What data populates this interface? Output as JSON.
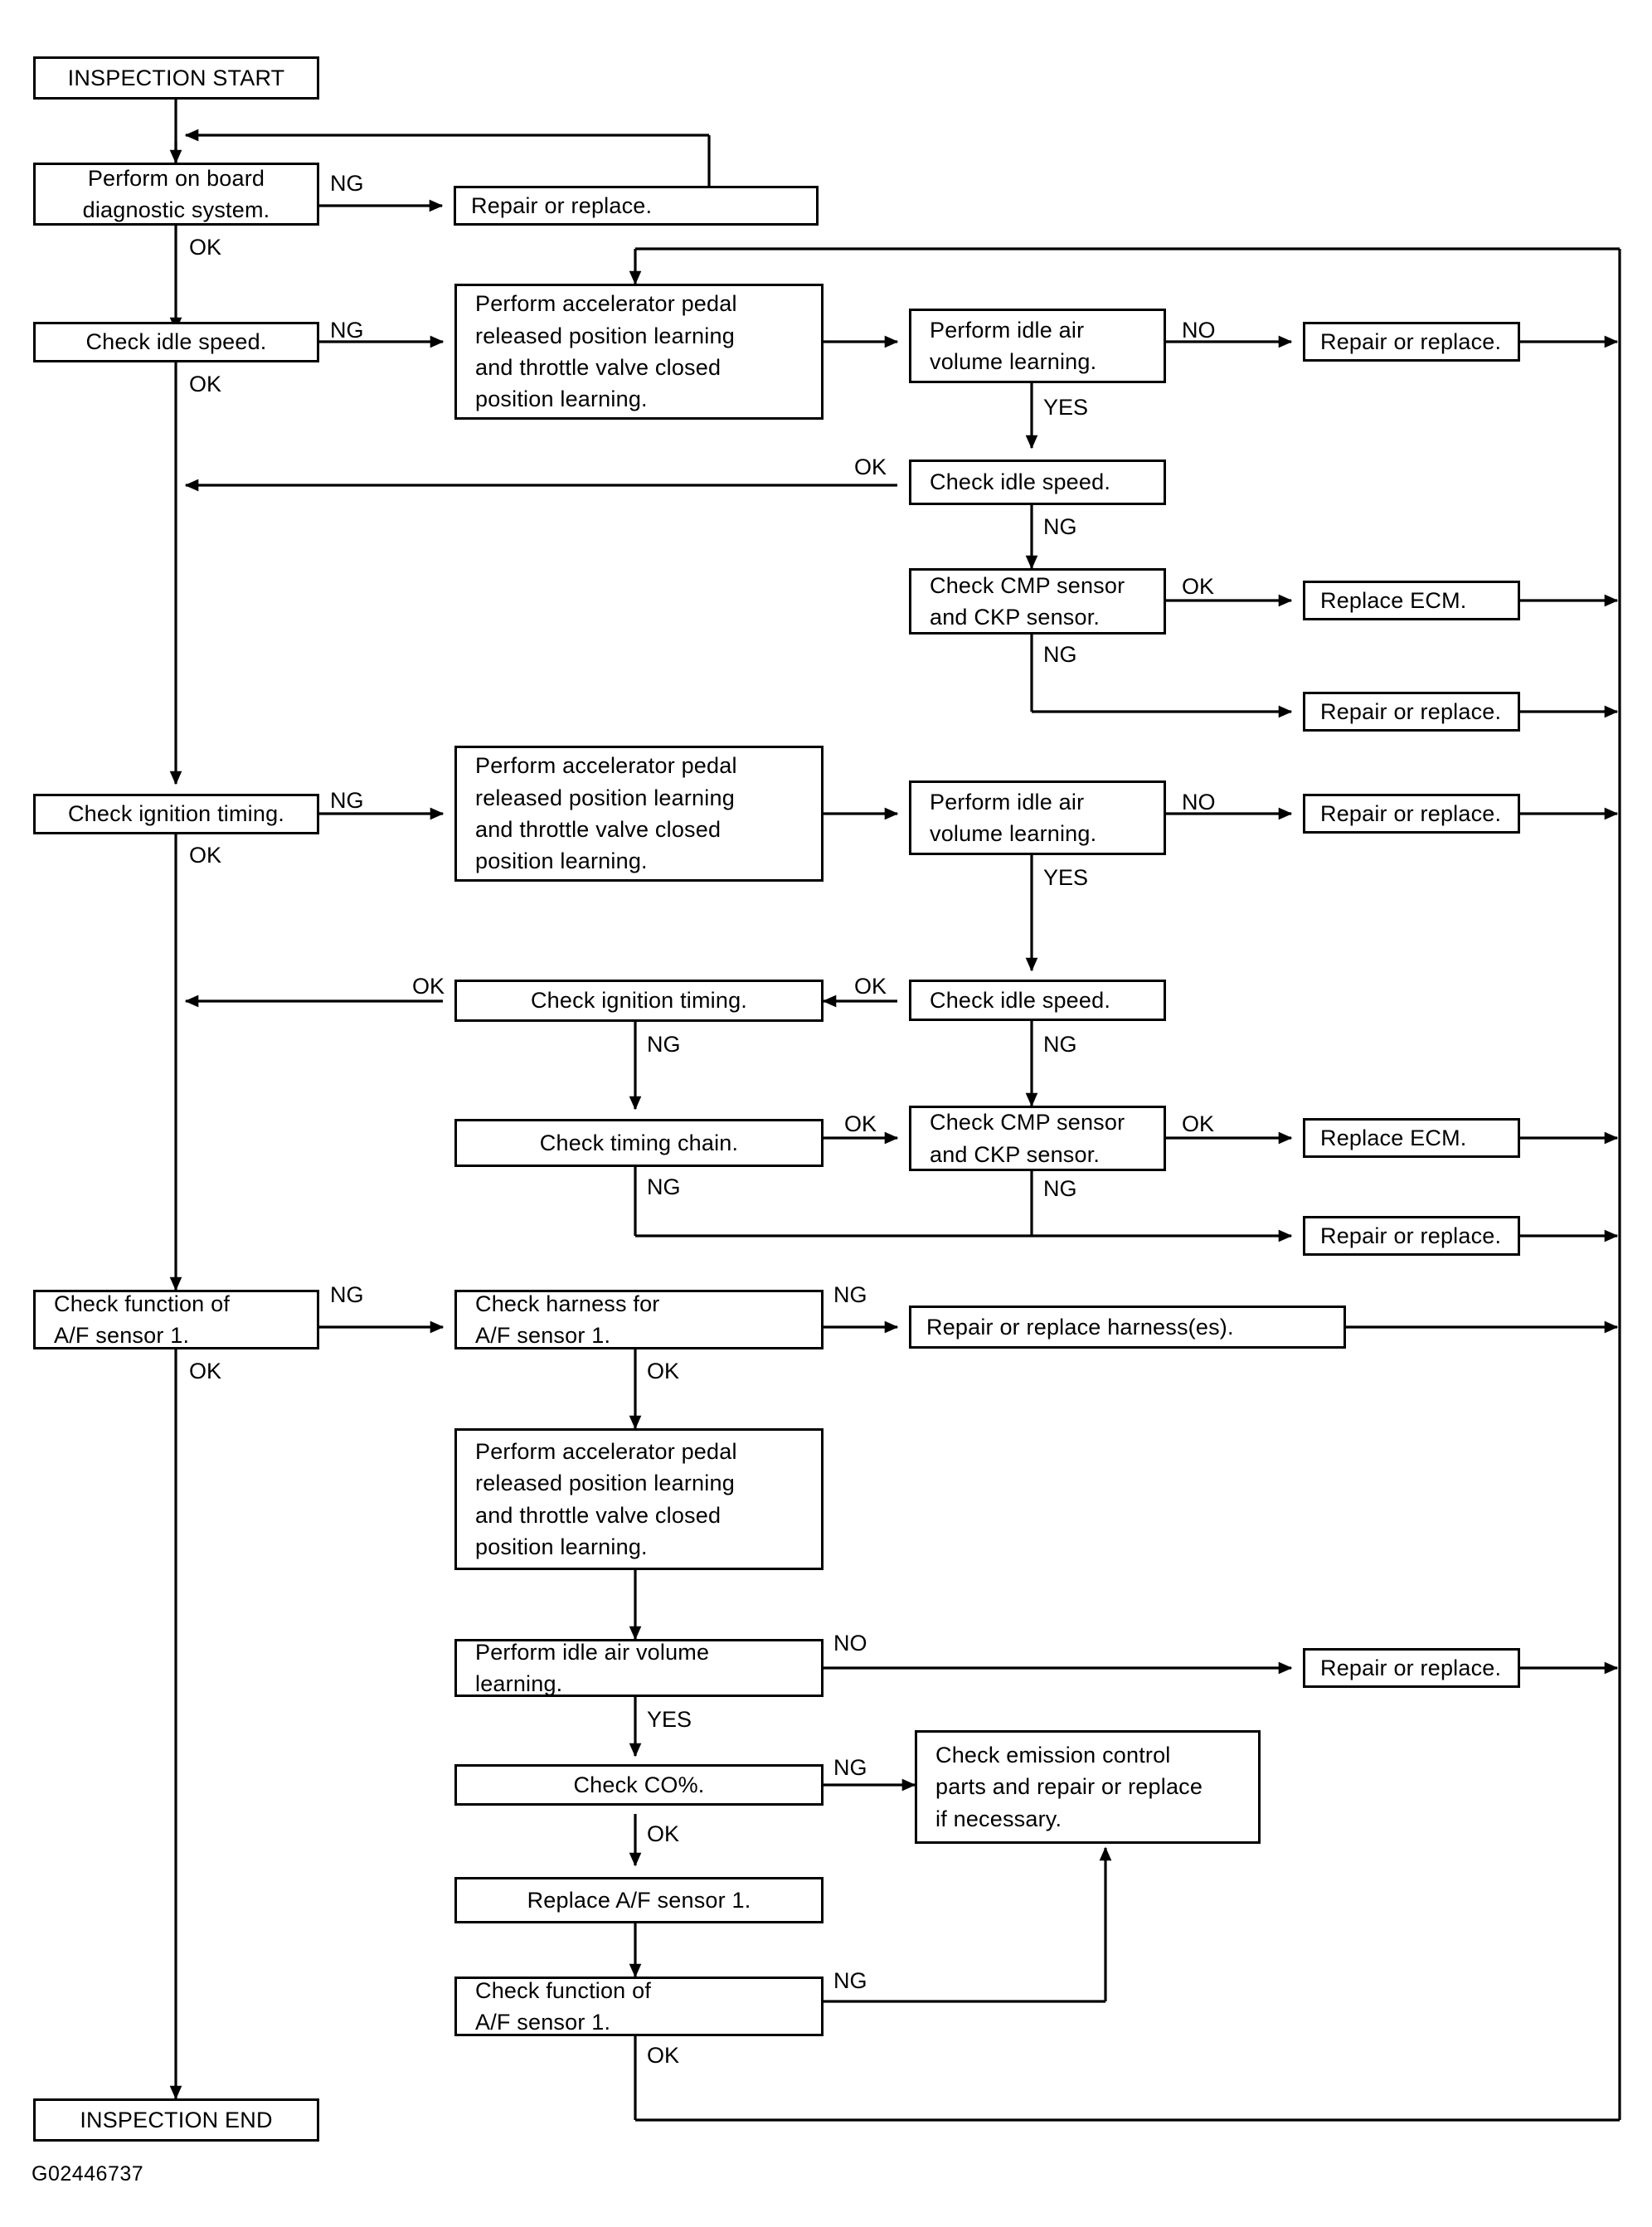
{
  "diagram": {
    "title": "Engine idle / A/F sensor diagnostic inspection flowchart",
    "figure_ref": "G02446737",
    "line_color": "#000000",
    "background_color": "#ffffff"
  },
  "nodes": {
    "start": "INSPECTION START",
    "obd": "Perform on board\ndiagnostic system.",
    "repair1": "Repair or replace.",
    "idle1": "Check idle speed.",
    "learn1": "Perform accelerator pedal\nreleased position learning\nand throttle valve closed\nposition learning.",
    "iavl1": "Perform idle air\nvolume learning.",
    "repair2": "Repair or replace.",
    "idle2": "Check idle speed.",
    "cmp1": "Check CMP sensor\nand CKP sensor.",
    "ecm1": "Replace ECM.",
    "repair3": "Repair or replace.",
    "ign1": "Check ignition timing.",
    "learn2": "Perform accelerator pedal\nreleased position learning\nand throttle valve closed\nposition learning.",
    "iavl2": "Perform idle air\nvolume learning.",
    "repair4": "Repair or replace.",
    "ign2": "Check ignition timing.",
    "idle3": "Check idle speed.",
    "chain": "Check timing chain.",
    "cmp2": "Check CMP sensor\nand CKP sensor.",
    "ecm2": "Replace ECM.",
    "repair5": "Repair or replace.",
    "afFunc1": "Check function of\nA/F sensor 1.",
    "afHarness": "Check harness for\nA/F sensor 1.",
    "repairHarness": "Repair or replace harness(es).",
    "learn3": "Perform accelerator pedal\nreleased position learning\nand throttle valve closed\nposition learning.",
    "iavl3": "Perform idle air volume\nlearning.",
    "repair6": "Repair or replace.",
    "co": "Check CO%.",
    "emission": "Check emission control\nparts and repair or replace\nif necessary.",
    "replaceAf": "Replace A/F sensor 1.",
    "afFunc2": "Check function of\nA/F sensor 1.",
    "end": "INSPECTION END"
  },
  "edge_labels": {
    "obd_ng": "NG",
    "obd_ok": "OK",
    "idle1_ng": "NG",
    "idle1_ok": "OK",
    "iavl1_no": "NO",
    "iavl1_yes": "YES",
    "idle2_ok": "OK",
    "idle2_ng": "NG",
    "cmp1_ok": "OK",
    "cmp1_ng": "NG",
    "ign1_ng": "NG",
    "ign1_ok": "OK",
    "iavl2_no": "NO",
    "iavl2_yes": "YES",
    "ign2_ok": "OK",
    "ign2_ng": "NG",
    "idle3_ok": "OK",
    "idle3_ng": "NG",
    "chain_ok": "OK",
    "chain_ng": "NG",
    "cmp2_ok": "OK",
    "cmp2_ng": "NG",
    "af1_ng": "NG",
    "af1_ok": "OK",
    "harness_ng": "NG",
    "harness_ok": "OK",
    "iavl3_no": "NO",
    "iavl3_yes": "YES",
    "co_ng": "NG",
    "co_ok": "OK",
    "af2_ng": "NG",
    "af2_ok": "OK"
  }
}
